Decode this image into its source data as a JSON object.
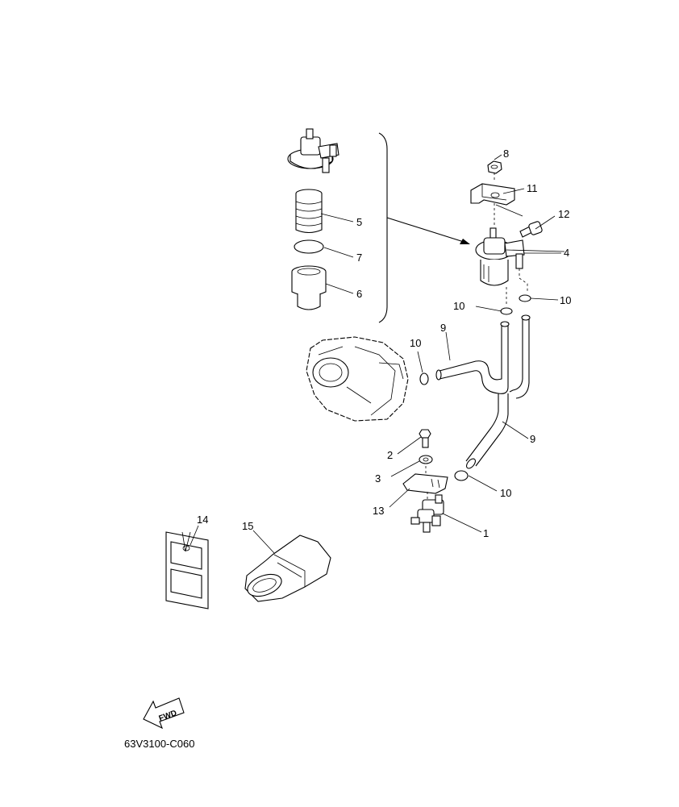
{
  "diagram_code": "63V3100-C060",
  "fwd_label": "FWD",
  "callouts": [
    {
      "id": "c1",
      "label": "1"
    },
    {
      "id": "c2",
      "label": "2"
    },
    {
      "id": "c3",
      "label": "3"
    },
    {
      "id": "c4",
      "label": "4"
    },
    {
      "id": "c5",
      "label": "5"
    },
    {
      "id": "c6",
      "label": "6"
    },
    {
      "id": "c7",
      "label": "7"
    },
    {
      "id": "c8",
      "label": "8"
    },
    {
      "id": "c9a",
      "label": "9"
    },
    {
      "id": "c9b",
      "label": "9"
    },
    {
      "id": "c10a",
      "label": "10"
    },
    {
      "id": "c10b",
      "label": "10"
    },
    {
      "id": "c10c",
      "label": "10"
    },
    {
      "id": "c10d",
      "label": "10"
    },
    {
      "id": "c11",
      "label": "11"
    },
    {
      "id": "c12",
      "label": "12"
    },
    {
      "id": "c13",
      "label": "13"
    },
    {
      "id": "c14",
      "label": "14"
    },
    {
      "id": "c15",
      "label": "15"
    }
  ]
}
